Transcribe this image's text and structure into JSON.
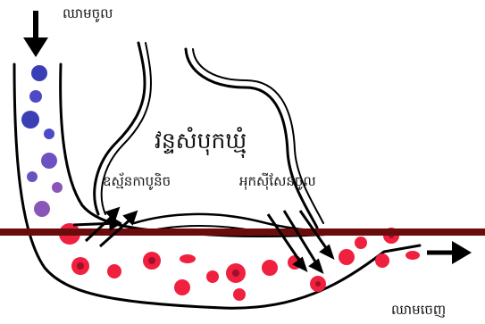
{
  "labels": {
    "blood_in": "ឈាមចូល",
    "title": "វន្ទសំបុកឃ្មុំ",
    "co2_out": "ឧស្ម័នកាបូនិច",
    "o2_in": "អុកស៊ីសែនចូល",
    "blood_out": "ឈាមចេញ"
  },
  "colors": {
    "deoxygenated_cells": [
      "#3b3fb5",
      "#4e49c6",
      "#6b52c0",
      "#8a55b8"
    ],
    "oxygenated_cells": "#f0203f",
    "oxygenated_core": "#a0102a",
    "membrane_line": "#6a0c0c",
    "vessel_outline": "#000000"
  }
}
